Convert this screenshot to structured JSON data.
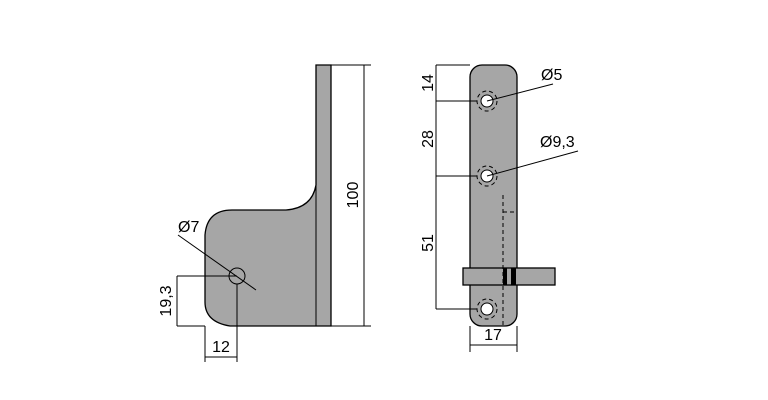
{
  "side_view": {
    "height_label": "100",
    "hole_diameter_label": "Ø7",
    "hole_height_label": "19,3",
    "hole_offset_label": "12"
  },
  "front_view": {
    "top_offset_label": "14",
    "hole_spacing_1_label": "28",
    "hole_spacing_2_label": "51",
    "width_label": "17",
    "small_hole_label": "Ø5",
    "countersink_label": "Ø9,3"
  },
  "colors": {
    "part_fill": "#a6a6a6",
    "line": "#000000"
  }
}
